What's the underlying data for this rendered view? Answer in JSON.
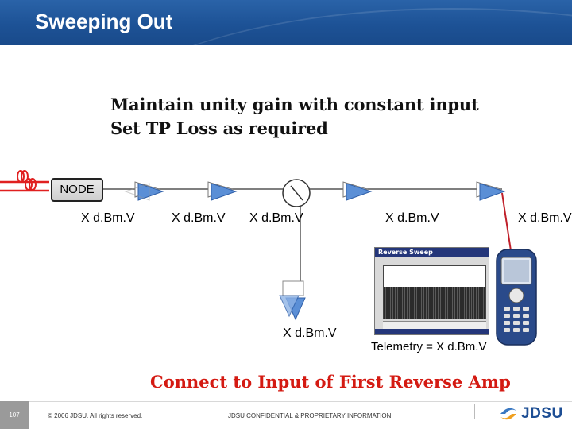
{
  "slide": {
    "title": "Sweeping Out",
    "line1": "Maintain unity gain with constant input",
    "line2": "Set TP Loss as required",
    "cta": "Connect to Input of First Reverse Amp"
  },
  "diagram": {
    "node_label": "NODE",
    "levels": [
      "X d.Bm.V",
      "X d.Bm.V",
      "X d.Bm.V",
      "X d.Bm.V",
      "X d.Bm.V",
      "X d.Bm.V"
    ],
    "telemetry": "Telemetry = X d.Bm.V",
    "analyzer_title": "Reverse Sweep"
  },
  "footer": {
    "page_number": "107",
    "copyright": "© 2006 JDSU. All rights reserved.",
    "confidential": "JDSU CONFIDENTIAL & PROPRIETARY INFORMATION",
    "logo": "JDSU"
  },
  "colors": {
    "title_bar": "#1d5296",
    "amp_fill": "#5b8fd6",
    "cta_red": "#d41a12",
    "cable": "#555555",
    "node_lines": "#e02020"
  }
}
